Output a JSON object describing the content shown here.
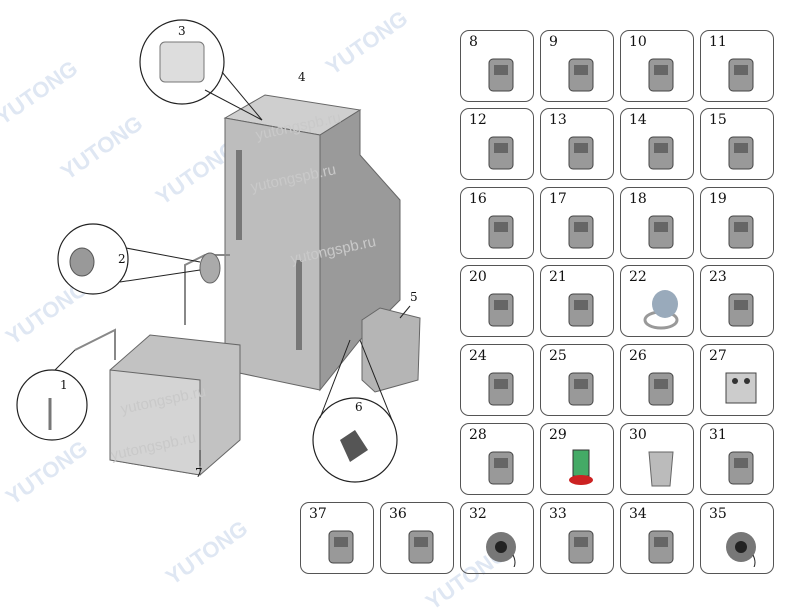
{
  "watermarks": {
    "brand": "YUTONG",
    "site": "yutongspb.ru"
  },
  "diagram": {
    "callouts": [
      "1",
      "2",
      "3",
      "4",
      "5",
      "6",
      "7"
    ]
  },
  "parts": [
    {
      "number": "8",
      "icon": "solenoid-valve-icon"
    },
    {
      "number": "9",
      "icon": "lock-icon"
    },
    {
      "number": "10",
      "icon": "handle-icon"
    },
    {
      "number": "11",
      "icon": "spray-gun-icon"
    },
    {
      "number": "12",
      "icon": "pressure-regulator-icon"
    },
    {
      "number": "13",
      "icon": "actuator-icon"
    },
    {
      "number": "14",
      "icon": "flange-icon"
    },
    {
      "number": "15",
      "icon": "drain-valve-icon"
    },
    {
      "number": "16",
      "icon": "filter-bag-icon"
    },
    {
      "number": "17",
      "icon": "plate-icon"
    },
    {
      "number": "18",
      "icon": "seal-ring-icon"
    },
    {
      "number": "19",
      "icon": "push-button-icon"
    },
    {
      "number": "20",
      "icon": "pump-icon"
    },
    {
      "number": "21",
      "icon": "indicator-icon"
    },
    {
      "number": "22",
      "icon": "toilet-seat-icon"
    },
    {
      "number": "23",
      "icon": "faucet-icon"
    },
    {
      "number": "24",
      "icon": "controller-box-icon"
    },
    {
      "number": "25",
      "icon": "circuit-board-icon"
    },
    {
      "number": "26",
      "icon": "block-icon"
    },
    {
      "number": "27",
      "icon": "wc-sign-icon"
    },
    {
      "number": "28",
      "icon": "bracket-icon"
    },
    {
      "number": "29",
      "icon": "red-button-icon"
    },
    {
      "number": "30",
      "icon": "trash-bin-icon"
    },
    {
      "number": "31",
      "icon": "sensor-cable-icon"
    },
    {
      "number": "37",
      "icon": "valve-body-icon"
    },
    {
      "number": "36",
      "icon": "tray-icon"
    },
    {
      "number": "32",
      "icon": "blower-fan-icon"
    },
    {
      "number": "33",
      "icon": "duct-sleeve-icon"
    },
    {
      "number": "34",
      "icon": "panel-icon"
    },
    {
      "number": "35",
      "icon": "blower-fan-icon"
    }
  ]
}
